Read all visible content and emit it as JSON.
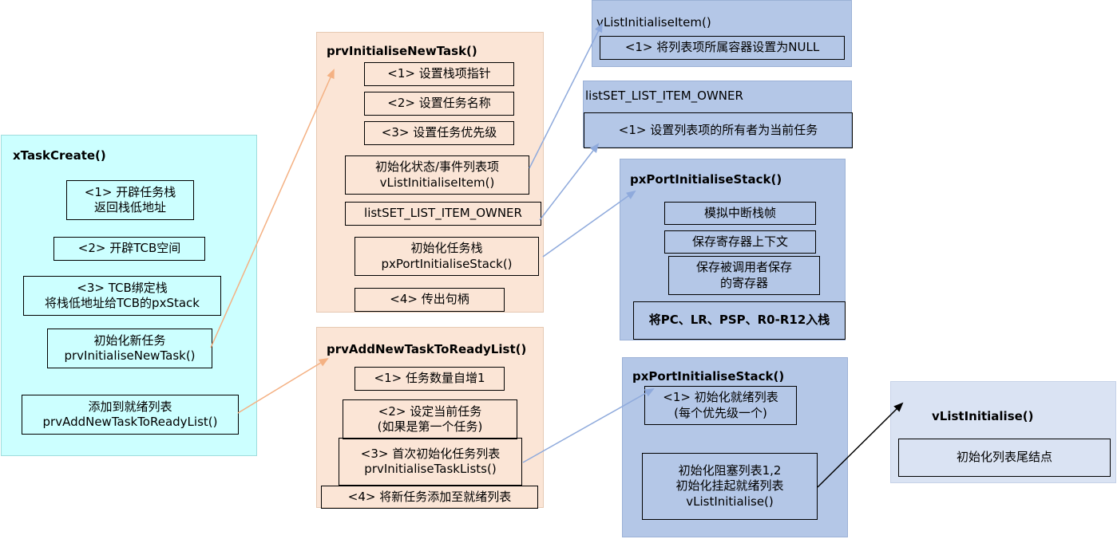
{
  "xTaskCreate": {
    "title": "xTaskCreate()",
    "step1": [
      "<1> 开辟任务栈",
      "返回栈低地址"
    ],
    "step2": "<2> 开辟TCB空间",
    "step3": [
      "<3> TCB绑定栈",
      "将栈低地址给TCB的pxStack"
    ],
    "step4": [
      "初始化新任务",
      "prvInitialiseNewTask()"
    ],
    "step5": [
      "添加到就绪列表",
      "prvAddNewTaskToReadyList()"
    ]
  },
  "prvInitialiseNewTask": {
    "title": "prvInitialiseNewTask()",
    "step1": "<1> 设置栈项指针",
    "step2": "<2> 设置任务名称",
    "step3": "<3> 设置任务优先级",
    "step4": [
      "初始化状态/事件列表项",
      "vListInitialiseItem()"
    ],
    "step5": "listSET_LIST_ITEM_OWNER",
    "step6": [
      "初始化任务栈",
      "pxPortInitialiseStack()"
    ],
    "step7": "<4> 传出句柄"
  },
  "prvAddNewTaskToReadyList": {
    "title": "prvAddNewTaskToReadyList()",
    "step1": "<1> 任务数量自增1",
    "step2": [
      "<2> 设定当前任务",
      "(如果是第一个任务)"
    ],
    "step3": [
      "<3> 首次初始化任务列表",
      "prvInitialiseTaskLists()"
    ],
    "step4": "<4> 将新任务添加至就绪列表"
  },
  "vListInitialiseItem": {
    "title": "vListInitialiseItem()",
    "step1": "<1> 将列表项所属容器设置为NULL"
  },
  "listSetListItemOwner": {
    "title": "listSET_LIST_ITEM_OWNER",
    "step1": "<1> 设置列表项的所有者为当前任务"
  },
  "pxPortInitialiseStack": {
    "title": "pxPortInitialiseStack()",
    "step1": "模拟中断栈帧",
    "step2": "保存寄存器上下文",
    "step3": [
      "保存被调用者保存",
      "的寄存器"
    ],
    "step4": "将PC、LR、PSP、R0-R12入栈"
  },
  "prvInitialiseTaskLists": {
    "title": "pxPortInitialiseStack()",
    "step1": [
      "<1> 初始化就绪列表",
      "(每个优先级一个)"
    ],
    "step2": [
      "初始化阻塞列表1,2",
      "初始化挂起就绪列表",
      "vListInitialise()"
    ]
  },
  "vListInitialise": {
    "title": "vListInitialise()",
    "step1": "初始化列表尾结点"
  },
  "colors": {
    "cyan_panel": "#ccffff",
    "peach_panel": "#fbe5d6",
    "blue_panel": "#b4c7e7",
    "light_blue_panel": "#dae3f3",
    "peach_arrow": "#f4b183",
    "blue_arrow": "#8faadc"
  }
}
